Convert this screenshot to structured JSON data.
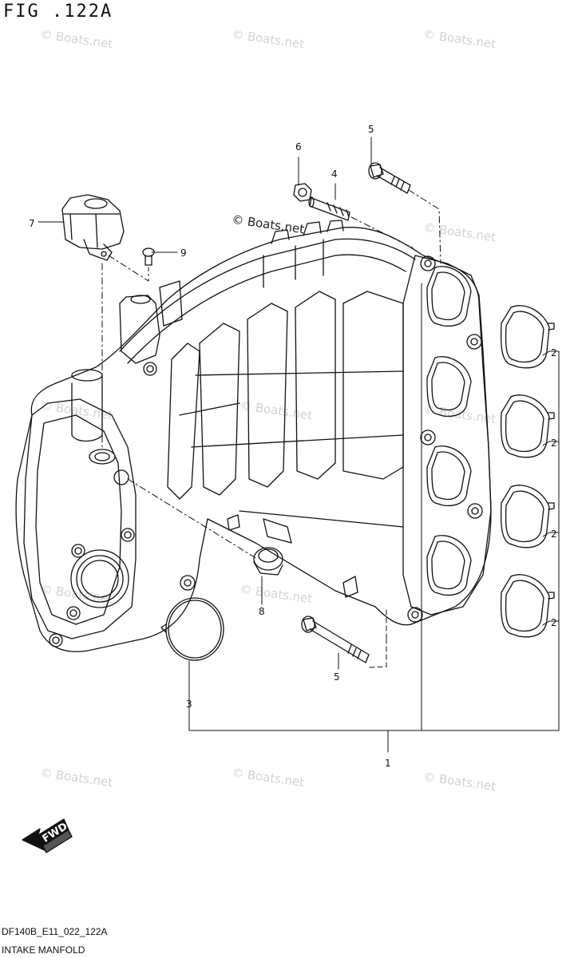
{
  "figure": {
    "title": "FIG .122A",
    "code": "DF140B_E11_022_122A",
    "name": "INTAKE MANFOLD"
  },
  "watermark": {
    "text": "© Boats.net"
  },
  "callouts": {
    "c1": "1",
    "c2a": "2",
    "c2b": "2",
    "c2c": "2",
    "c2d": "2",
    "c3": "3",
    "c4": "4",
    "c5a": "5",
    "c5b": "5",
    "c6": "6",
    "c7": "7",
    "c8": "8",
    "c9": "9"
  },
  "fwd_label": "FWD"
}
